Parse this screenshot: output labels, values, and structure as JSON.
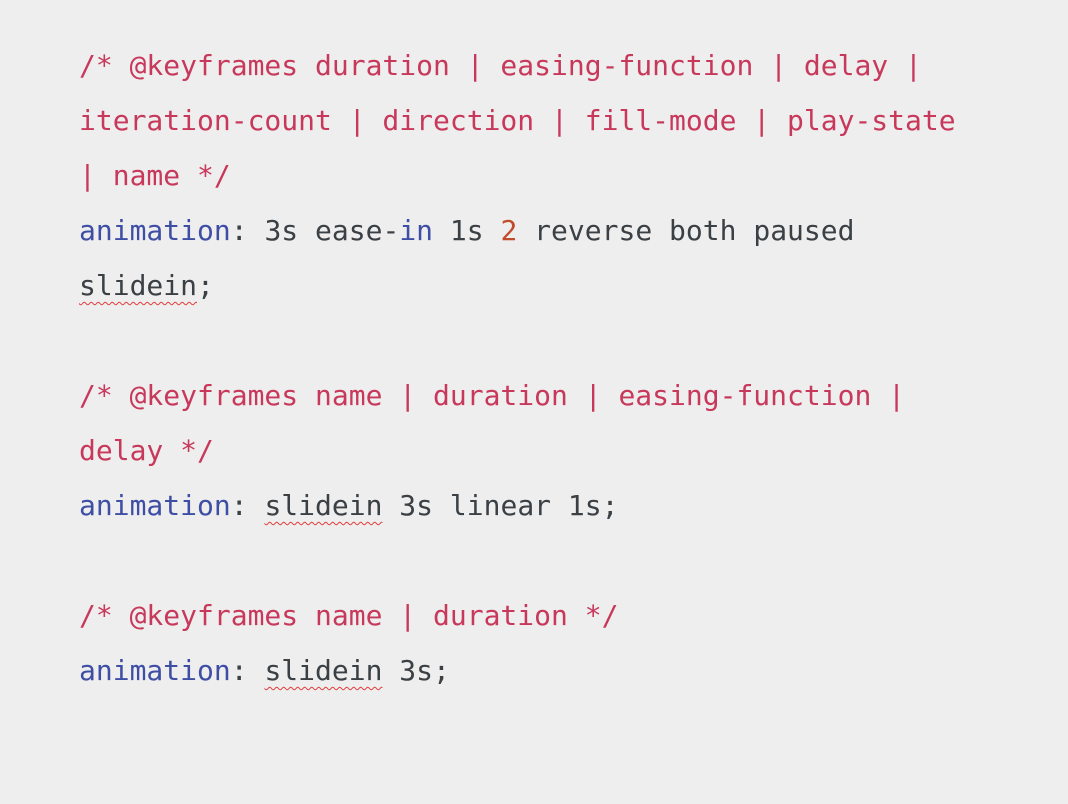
{
  "code": {
    "block1": {
      "comment_line1": "/* @keyframes duration | easing-function | delay |",
      "comment_line2": "iteration-count | direction | fill-mode | play-state",
      "comment_line3": "| name */",
      "property": "animation",
      "colon": ": ",
      "v_duration": "3s ",
      "v_ease": "ease-",
      "v_in": "in",
      "v_delay": " 1s ",
      "v_count": "2",
      "v_rest": " reverse both paused",
      "v_name": "slidein",
      "semicolon": ";"
    },
    "block2": {
      "comment_line1": "/* @keyframes name | duration | easing-function |",
      "comment_line2": "delay */",
      "property": "animation",
      "colon": ": ",
      "v_name": "slidein",
      "v_rest": " 3s linear 1s;"
    },
    "block3": {
      "comment_line1": "/* @keyframes name | duration */",
      "property": "animation",
      "colon": ": ",
      "v_name": "slidein",
      "v_rest": " 3s;"
    }
  },
  "colors": {
    "background": "#eeeeee",
    "comment": "#c8385b",
    "property": "#3e4ea5",
    "number": "#c24b2c",
    "text": "#3b4045",
    "spellcheck": "#e23b3b"
  }
}
